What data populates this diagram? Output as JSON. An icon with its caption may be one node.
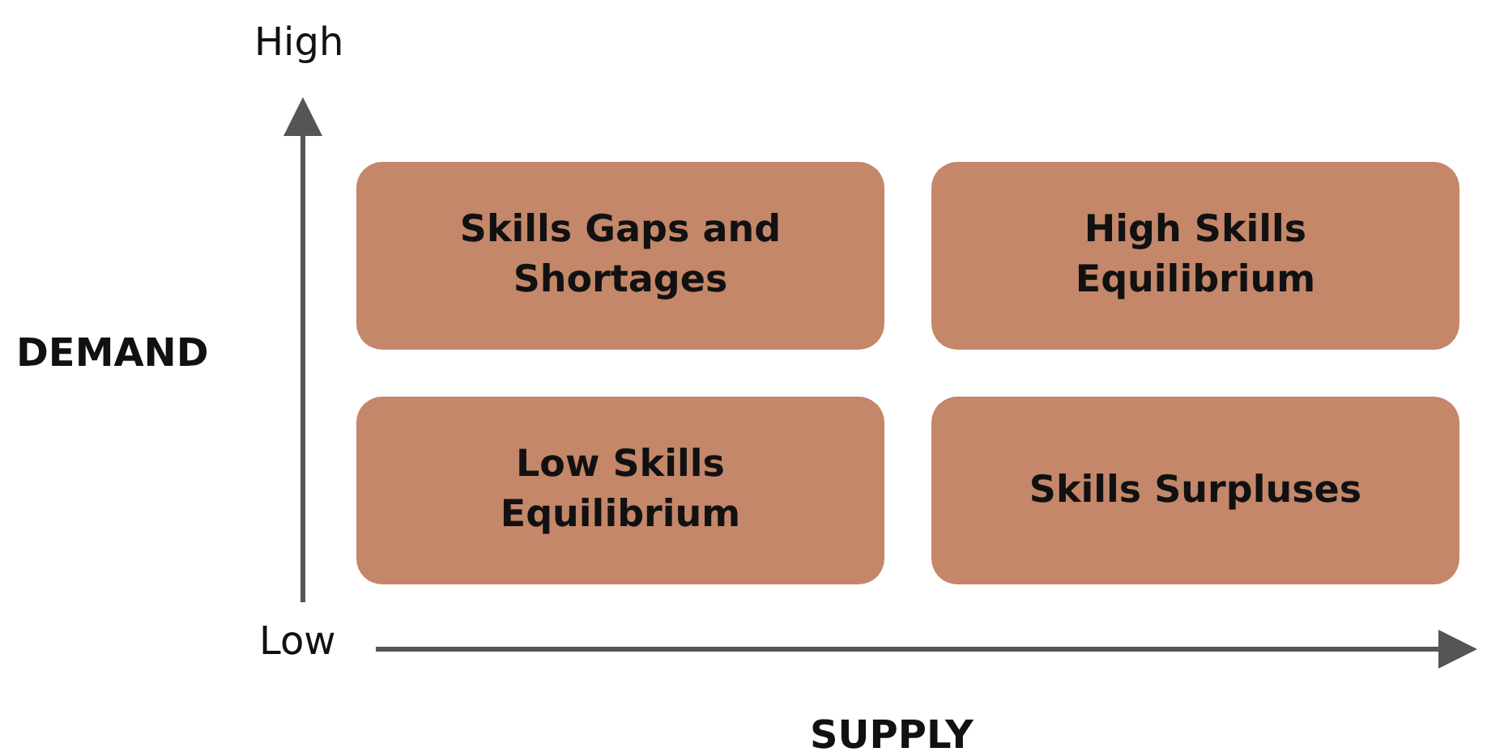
{
  "diagram": {
    "nodes": [
      {
        "text": [
          "Skills Gaps and Shortages"
        ]
      },
      {
        "text": [
          "High Skills Equilibrium"
        ]
      },
      {
        "text": [
          "Low Skills Equilibrium"
        ]
      },
      {
        "text": [
          "Skills Surpluses"
        ]
      }
    ],
    "edges": [],
    "labels": [
      "High",
      "DEMAND",
      "Low",
      "SUPPLY"
    ]
  }
}
